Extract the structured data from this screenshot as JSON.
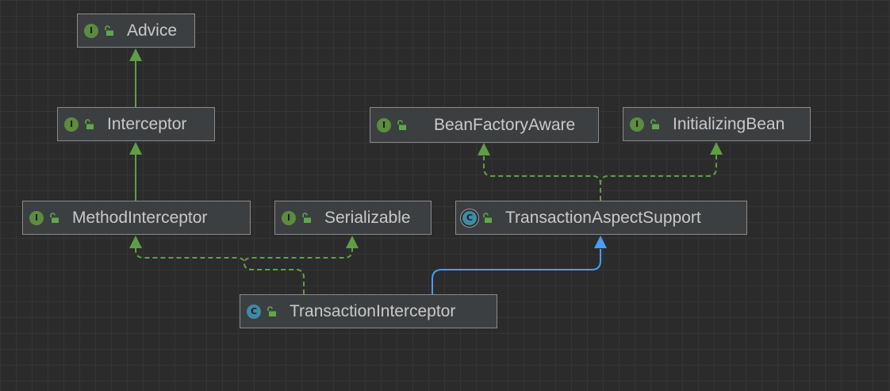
{
  "diagram": {
    "colors": {
      "background": "#2b2b2b",
      "node_fill": "#3c3f41",
      "node_border": "#8a8a8a",
      "text": "#c9c9c9",
      "interface_icon": "#5b8c3f",
      "class_icon": "#3f8aa6",
      "implements_edge": "#5f9e45",
      "extends_interface_edge": "#5f9e45",
      "extends_class_edge": "#4a9bfa"
    },
    "nodes": [
      {
        "id": "advice",
        "label": "Advice",
        "kind": "interface",
        "kind_glyph": "I",
        "icon": "public-lock-icon"
      },
      {
        "id": "interceptor",
        "label": "Interceptor",
        "kind": "interface",
        "kind_glyph": "I",
        "icon": "public-lock-icon"
      },
      {
        "id": "method-interceptor",
        "label": "MethodInterceptor",
        "kind": "interface",
        "kind_glyph": "I",
        "icon": "public-lock-icon"
      },
      {
        "id": "serializable",
        "label": "Serializable",
        "kind": "interface",
        "kind_glyph": "I",
        "icon": "public-lock-icon"
      },
      {
        "id": "bean-factory-aware",
        "label": "BeanFactoryAware",
        "kind": "interface",
        "kind_glyph": "I",
        "icon": "public-lock-icon"
      },
      {
        "id": "initializing-bean",
        "label": "InitializingBean",
        "kind": "interface",
        "kind_glyph": "I",
        "icon": "public-lock-icon"
      },
      {
        "id": "transaction-aspect-support",
        "label": "TransactionAspectSupport",
        "kind": "abstract-class",
        "kind_glyph": "C",
        "icon": "public-lock-icon"
      },
      {
        "id": "transaction-interceptor",
        "label": "TransactionInterceptor",
        "kind": "class",
        "kind_glyph": "C",
        "icon": "public-lock-icon"
      }
    ],
    "edges": [
      {
        "from": "interceptor",
        "to": "advice",
        "type": "extends-interface"
      },
      {
        "from": "method-interceptor",
        "to": "interceptor",
        "type": "extends-interface"
      },
      {
        "from": "transaction-interceptor",
        "to": "method-interceptor",
        "type": "implements"
      },
      {
        "from": "transaction-interceptor",
        "to": "serializable",
        "type": "implements"
      },
      {
        "from": "transaction-interceptor",
        "to": "transaction-aspect-support",
        "type": "extends-class"
      },
      {
        "from": "transaction-aspect-support",
        "to": "bean-factory-aware",
        "type": "implements"
      },
      {
        "from": "transaction-aspect-support",
        "to": "initializing-bean",
        "type": "implements"
      }
    ]
  }
}
